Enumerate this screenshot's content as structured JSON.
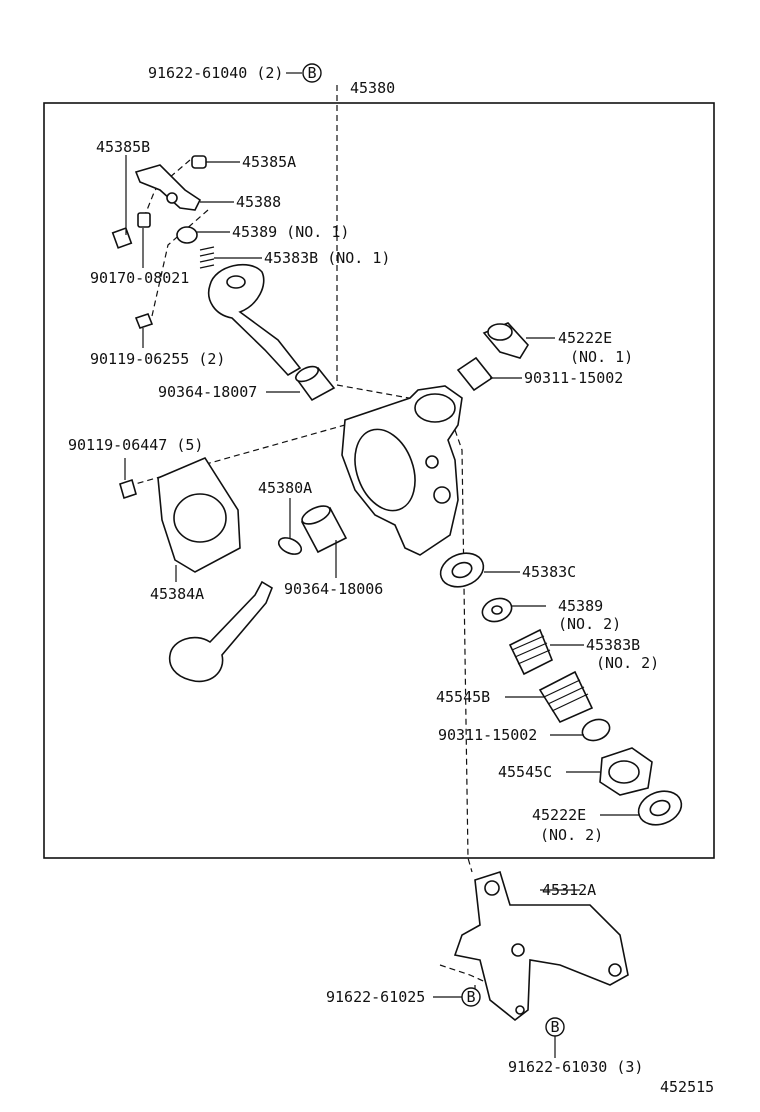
{
  "diagram_id": "452515",
  "callouts": {
    "t_9162261040": "91622-61040 (2)",
    "t_45380": "45380",
    "t_45385B": "45385B",
    "t_45385A": "45385A",
    "t_45388": "45388",
    "t_45389_1": "45389 (NO. 1)",
    "t_45383B_1": "45383B (NO. 1)",
    "t_9017008021": "90170-08021",
    "t_9011906255": "90119-06255 (2)",
    "t_9036418007": "90364-18007",
    "t_45222E_1": "45222E",
    "t_no1": "(NO. 1)",
    "t_9031115002a": "90311-15002",
    "t_9011906447": "90119-06447 (5)",
    "t_45380A": "45380A",
    "t_45384A": "45384A",
    "t_9036418006": "90364-18006",
    "t_45383C": "45383C",
    "t_45389_2": "45389",
    "t_no2a": "(NO. 2)",
    "t_45383B_2": "45383B",
    "t_no2b": "(NO. 2)",
    "t_45545B": "45545B",
    "t_9031115002b": "90311-15002",
    "t_45545C": "45545C",
    "t_45222E_2": "45222E",
    "t_no2c": "(NO. 2)",
    "t_45312A": "45312A",
    "t_9162261025": "91622-61025",
    "t_9162261030": "91622-61030 (3)"
  },
  "marker_letter": "B"
}
